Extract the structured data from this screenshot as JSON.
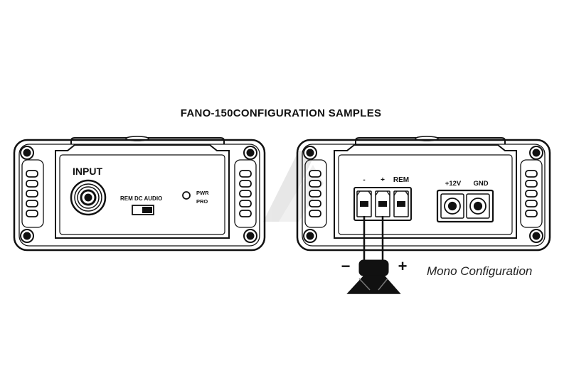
{
  "title": "FANO-150CONFIGURATION SAMPLES",
  "left_panel": {
    "input_label": "INPUT",
    "switch_label": "REM DC AUDIO",
    "pwr_label": "PWR",
    "pro_label": "PRO"
  },
  "right_panel": {
    "terminal_minus": "-",
    "terminal_plus": "+",
    "terminal_rem": "REM",
    "power_12v": "+12V",
    "power_gnd": "GND"
  },
  "speaker": {
    "minus_sign": "−",
    "plus_sign": "+"
  },
  "caption": "Mono Configuration",
  "colors": {
    "stroke": "#111111",
    "watermark": "#c8c8c8"
  }
}
